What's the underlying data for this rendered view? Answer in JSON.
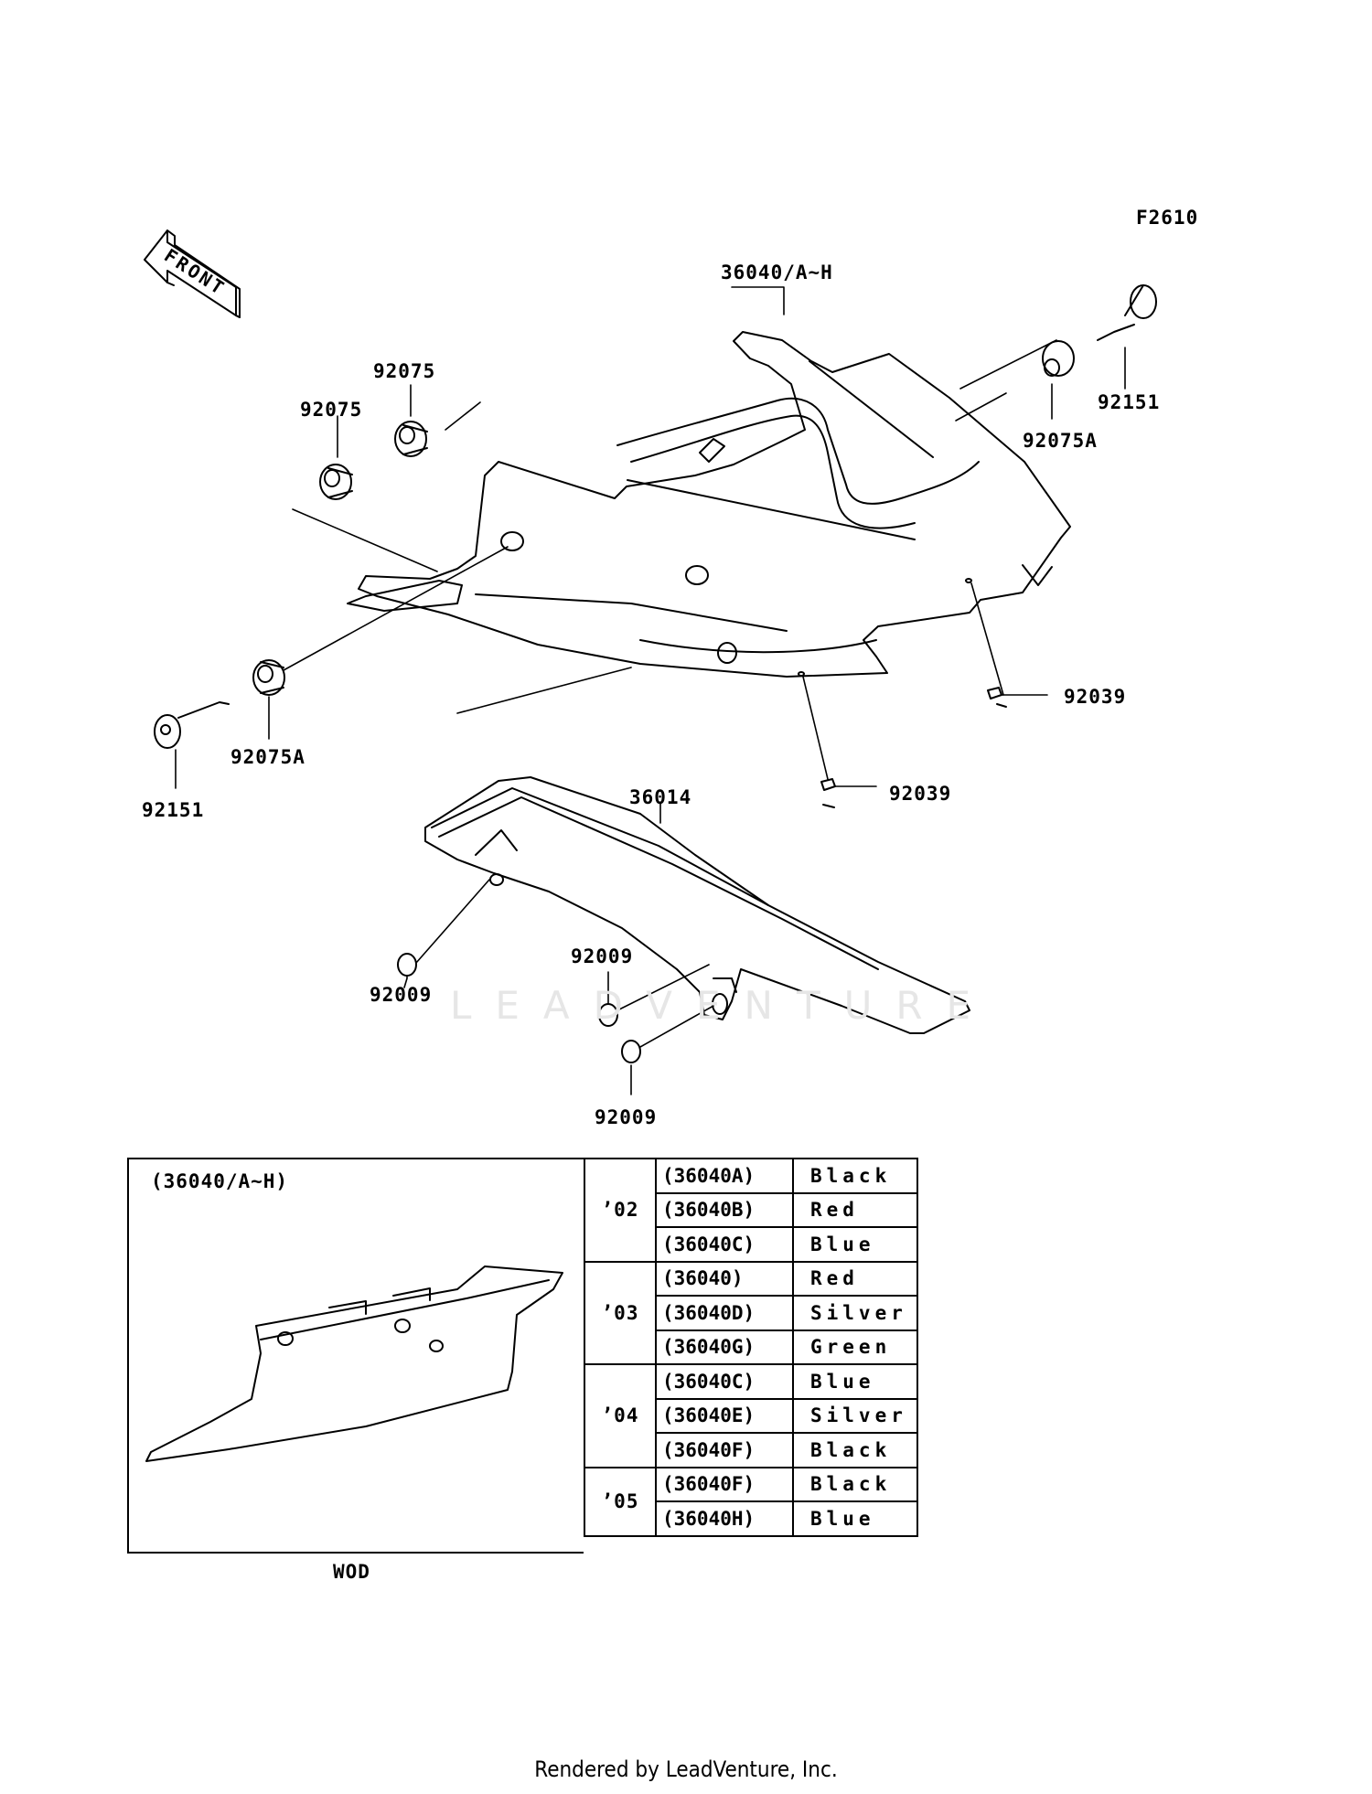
{
  "diagram_code": "F2610",
  "front_label": "FRONT",
  "watermark": "LEADVENTURE",
  "callouts": {
    "seat_cover": "36040/A~H",
    "grommet_upper": "92075",
    "grommet_left": "92075",
    "grommet_a_right": "92075A",
    "grommet_a_left": "92075A",
    "bolt_right": "92151",
    "bolt_left": "92151",
    "clip_right": "92039",
    "clip_lower": "92039",
    "chain_cover": "36014",
    "bolt_chain_left": "92009",
    "bolt_chain_mid": "92009",
    "bolt_chain_lower": "92009"
  },
  "inset": {
    "title": "(36040/A~H)",
    "caption": "WOD"
  },
  "color_table": [
    {
      "year": "’02",
      "rows": [
        {
          "part": "(36040A)",
          "color": "Black"
        },
        {
          "part": "(36040B)",
          "color": "Red"
        },
        {
          "part": "(36040C)",
          "color": "Blue"
        }
      ]
    },
    {
      "year": "’03",
      "rows": [
        {
          "part": "(36040)",
          "color": "Red"
        },
        {
          "part": "(36040D)",
          "color": "Silver"
        },
        {
          "part": "(36040G)",
          "color": "Green"
        }
      ]
    },
    {
      "year": "’04",
      "rows": [
        {
          "part": "(36040C)",
          "color": "Blue"
        },
        {
          "part": "(36040E)",
          "color": "Silver"
        },
        {
          "part": "(36040F)",
          "color": "Black"
        }
      ]
    },
    {
      "year": "’05",
      "rows": [
        {
          "part": "(36040F)",
          "color": "Black"
        },
        {
          "part": "(36040H)",
          "color": "Blue"
        }
      ]
    }
  ],
  "footer": "Rendered by LeadVenture, Inc.",
  "icons": [
    "front-arrow-icon"
  ]
}
